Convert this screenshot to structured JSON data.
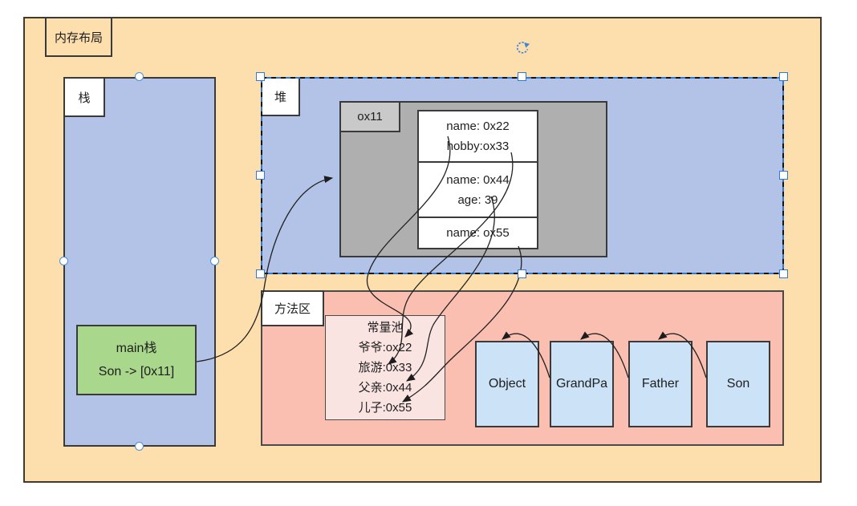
{
  "diagram": {
    "title": "内存布局",
    "stack": {
      "label": "栈",
      "frame": {
        "line1": "main栈",
        "line2": "Son -> [0x11]"
      }
    },
    "heap": {
      "label": "堆",
      "object": {
        "address": "ox11",
        "cells": [
          {
            "line1": "name: 0x22",
            "line2": "hobby:ox33"
          },
          {
            "line1": "name: 0x44",
            "line2": "age: 39"
          },
          {
            "line1": "name: ox55"
          }
        ]
      }
    },
    "method_area": {
      "label": "方法区",
      "constant_pool": {
        "title": "常量池",
        "entries": [
          "爷爷:ox22",
          "旅游:0x33",
          "父亲:0x44",
          "儿子:0x55"
        ]
      },
      "classes": [
        "Object",
        "GrandPa",
        "Father",
        "Son"
      ]
    }
  },
  "colors": {
    "canvas_bg": "#FDDFAE",
    "region_blue": "#B3C3E7",
    "method_area_pink": "#FBBFB1",
    "constant_pool_pink": "#FAE4E2",
    "object_gray": "#AFAFAF",
    "address_gray": "#C9C9C9",
    "stack_frame_green": "#A9D78C",
    "class_blue": "#CCE2F6",
    "selection_blue": "#2F79D9",
    "border_dark": "#3A3A3A",
    "arrow": "#222222"
  }
}
